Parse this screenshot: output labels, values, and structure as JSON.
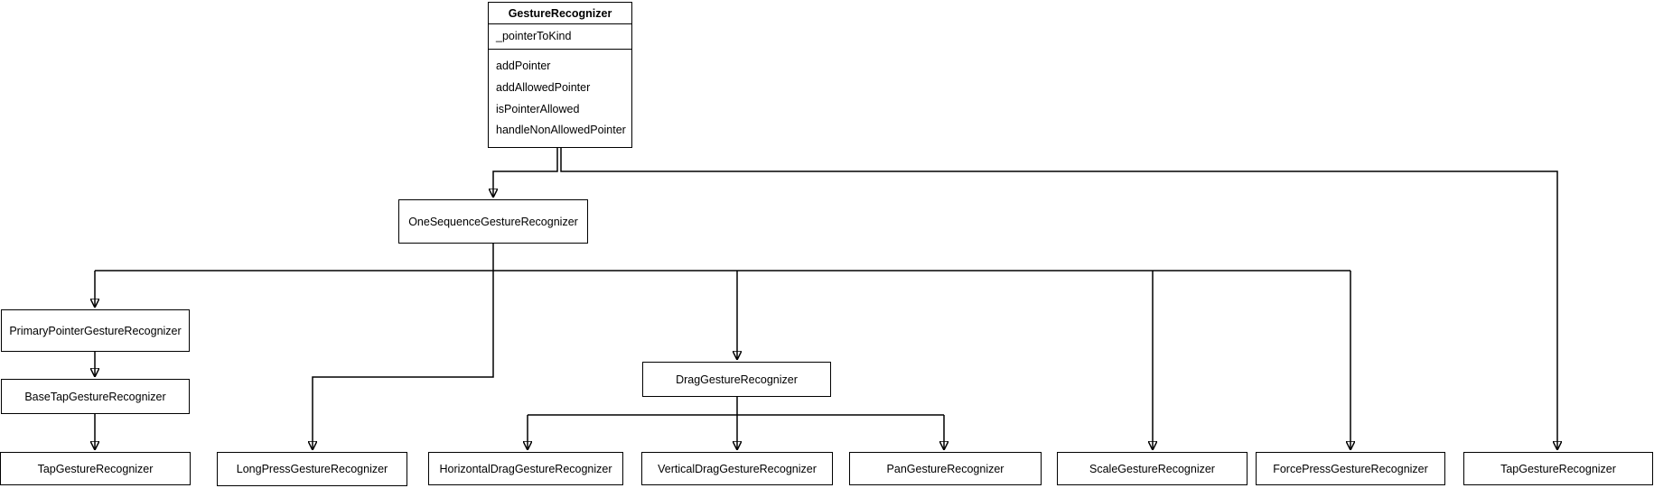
{
  "diagram": {
    "root_class": {
      "name": "GestureRecognizer",
      "fields": [
        "_pointerToKind"
      ],
      "methods": [
        "addPointer",
        "addAllowedPointer",
        "isPointerAllowed",
        "handleNonAllowedPointer"
      ]
    },
    "nodes": {
      "one_sequence": "OneSequenceGestureRecognizer",
      "primary_pointer": "PrimaryPointerGestureRecognizer",
      "base_tap": "BaseTapGestureRecognizer",
      "drag": "DragGestureRecognizer",
      "tap_left": "TapGestureRecognizer",
      "long_press": "LongPressGestureRecognizer",
      "horizontal_drag": "HorizontalDragGestureRecognizer",
      "vertical_drag": "VerticalDragGestureRecognizer",
      "pan": "PanGestureRecognizer",
      "scale": "ScaleGestureRecognizer",
      "force_press": "ForcePressGestureRecognizer",
      "tap_right": "TapGestureRecognizer"
    },
    "relationships": [
      {
        "from": "GestureRecognizer",
        "to": "OneSequenceGestureRecognizer"
      },
      {
        "from": "GestureRecognizer",
        "to": "TapGestureRecognizer (far right)"
      },
      {
        "from": "OneSequenceGestureRecognizer",
        "to": "PrimaryPointerGestureRecognizer"
      },
      {
        "from": "OneSequenceGestureRecognizer",
        "to": "LongPressGestureRecognizer"
      },
      {
        "from": "OneSequenceGestureRecognizer",
        "to": "DragGestureRecognizer"
      },
      {
        "from": "OneSequenceGestureRecognizer",
        "to": "ScaleGestureRecognizer"
      },
      {
        "from": "OneSequenceGestureRecognizer",
        "to": "ForcePressGestureRecognizer"
      },
      {
        "from": "PrimaryPointerGestureRecognizer",
        "to": "BaseTapGestureRecognizer"
      },
      {
        "from": "BaseTapGestureRecognizer",
        "to": "TapGestureRecognizer (left)"
      },
      {
        "from": "DragGestureRecognizer",
        "to": "HorizontalDragGestureRecognizer"
      },
      {
        "from": "DragGestureRecognizer",
        "to": "VerticalDragGestureRecognizer"
      },
      {
        "from": "DragGestureRecognizer",
        "to": "PanGestureRecognizer"
      }
    ],
    "colors": {
      "stroke": "#000000",
      "fill": "#ffffff",
      "text": "#000000"
    }
  }
}
